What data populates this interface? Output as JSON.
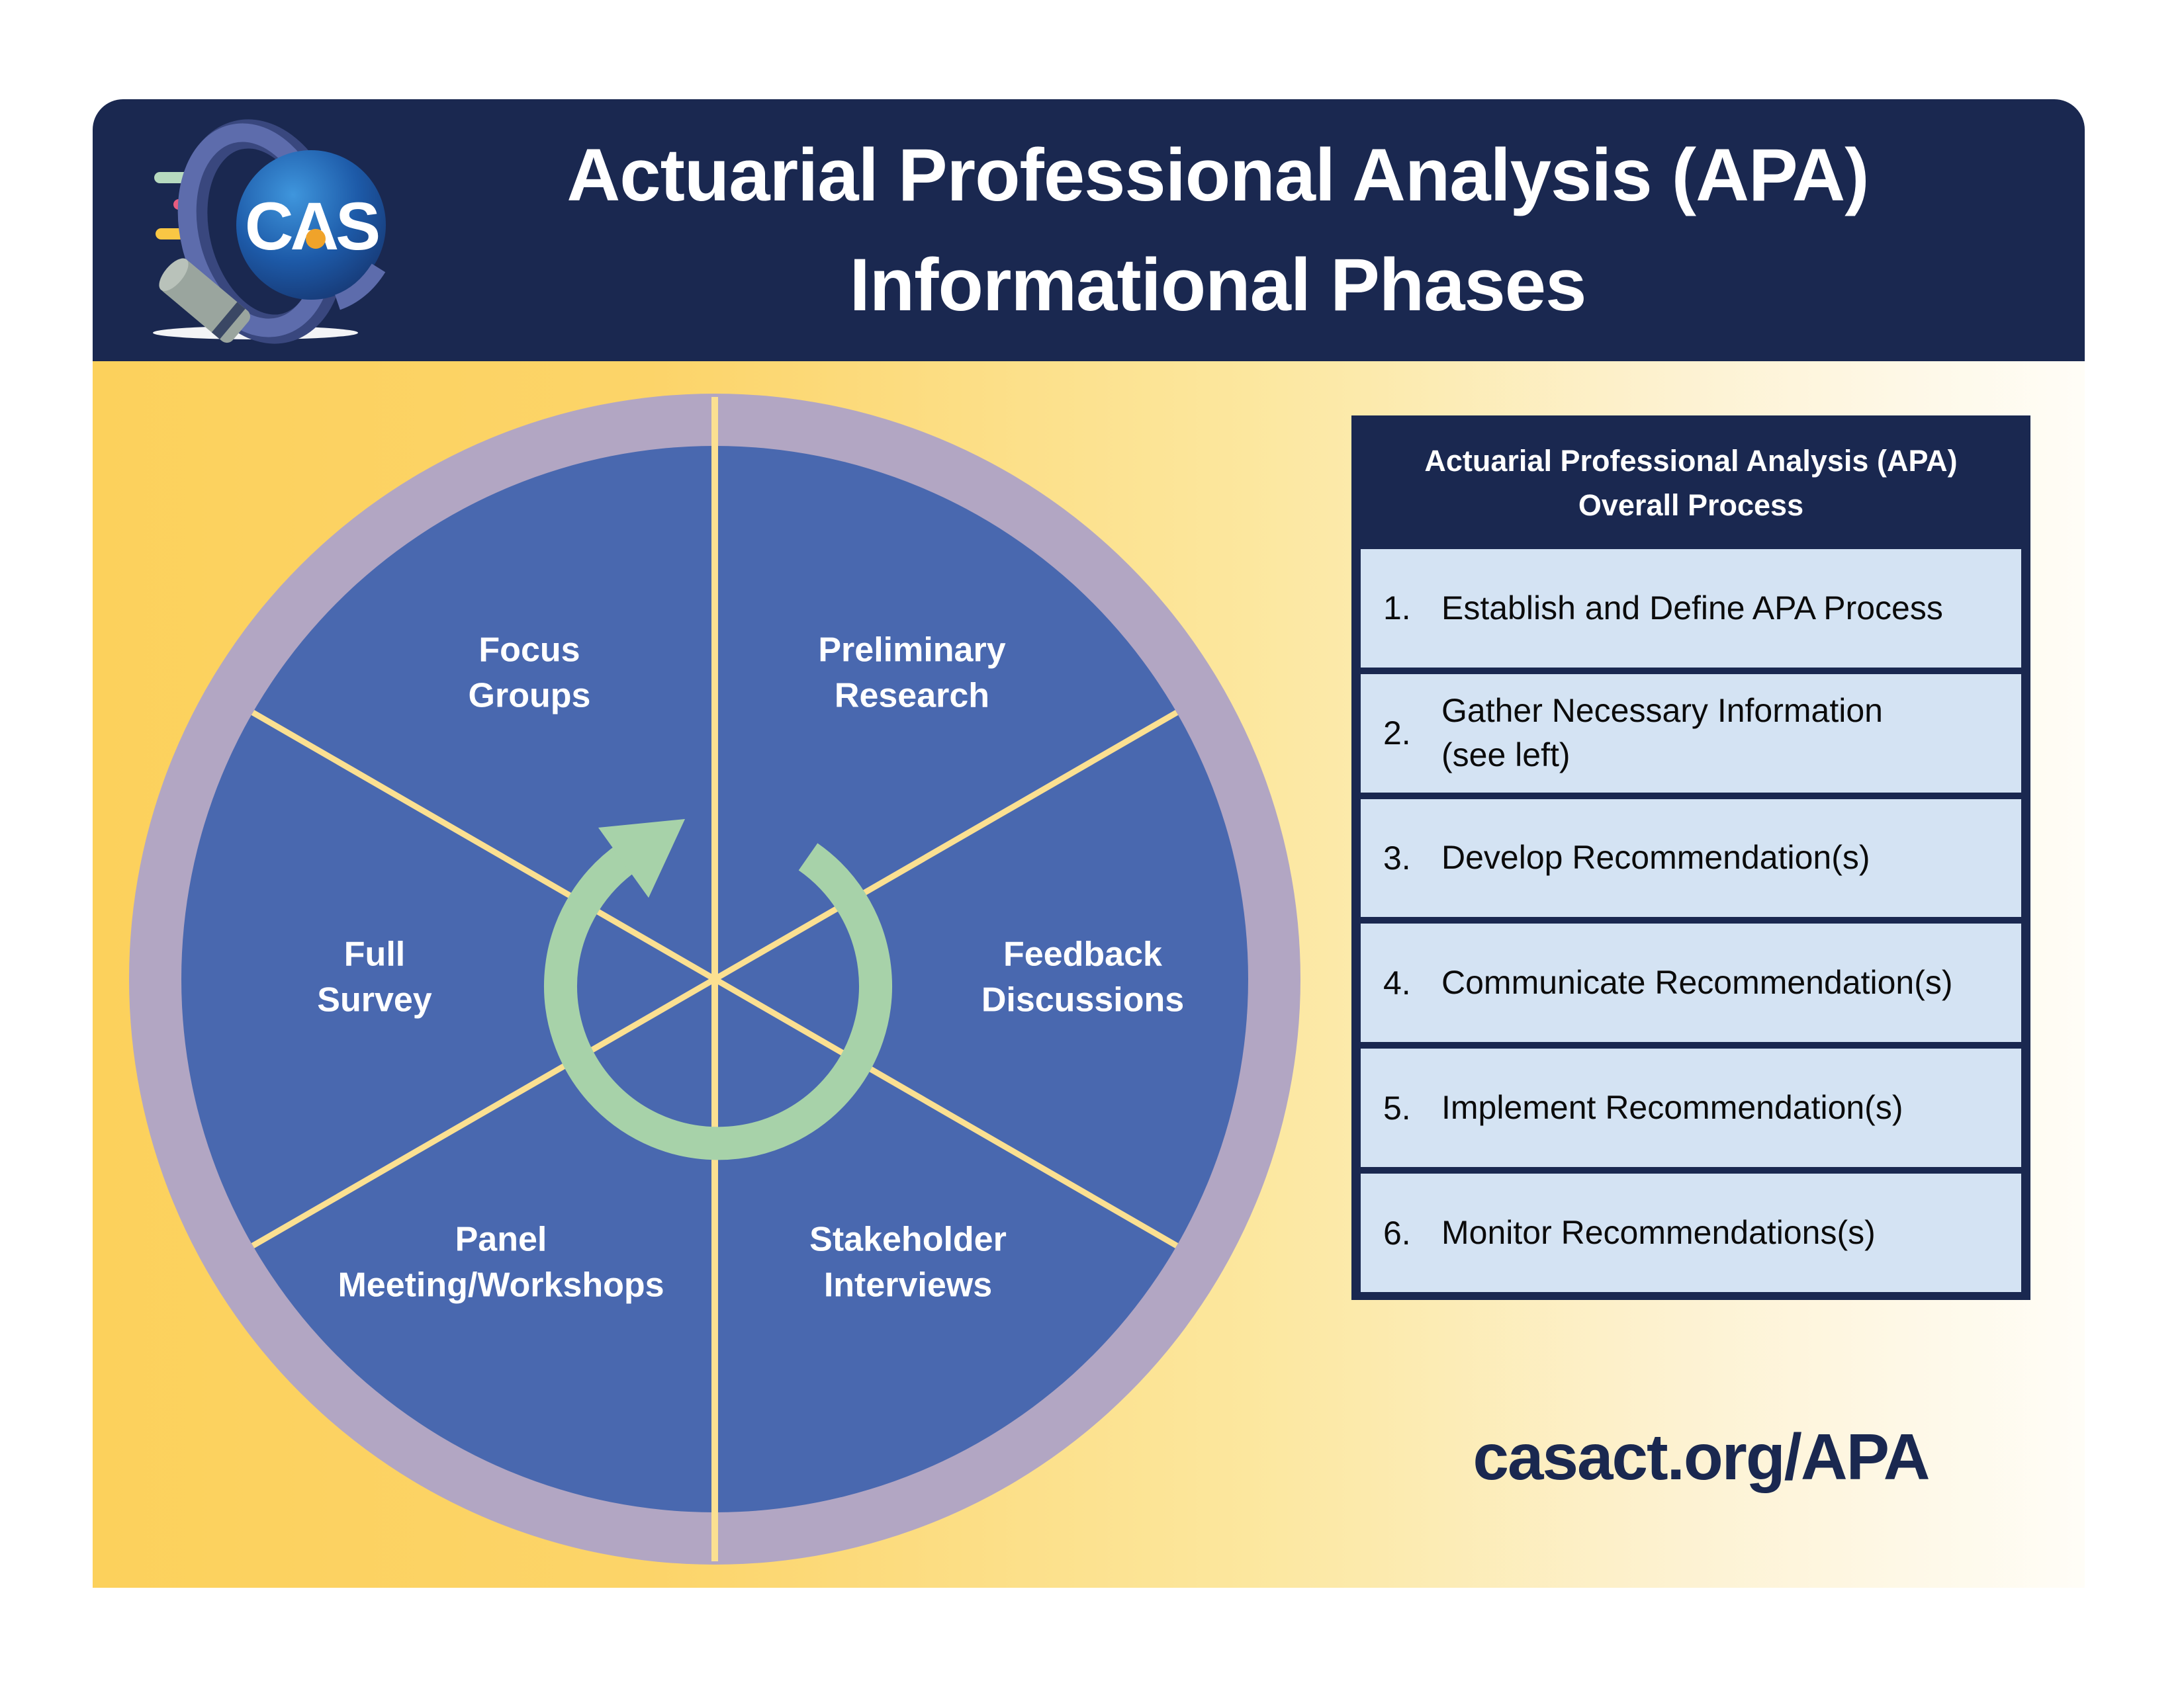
{
  "header": {
    "title_line1": "Actuarial Professional Analysis (APA)",
    "title_line2": "Informational Phases",
    "logo_text": "CAS"
  },
  "cycle": {
    "segments": [
      {
        "label": "Focus\nGroups"
      },
      {
        "label": "Preliminary\nResearch"
      },
      {
        "label": "Full\nSurvey"
      },
      {
        "label": "Feedback\nDiscussions"
      },
      {
        "label": "Panel\nMeeting/Workshops"
      },
      {
        "label": "Stakeholder\nInterviews"
      }
    ]
  },
  "process_table": {
    "title_line1": "Actuarial Professional Analysis (APA)",
    "title_line2": "Overall Process",
    "rows": [
      {
        "num": "1.",
        "text": "Establish and Define APA Process"
      },
      {
        "num": "2.",
        "text": "Gather Necessary Information\n(see left)"
      },
      {
        "num": "3.",
        "text": "Develop Recommendation(s)"
      },
      {
        "num": "4.",
        "text": "Communicate Recommendation(s)"
      },
      {
        "num": "5.",
        "text": "Implement Recommendation(s)"
      },
      {
        "num": "6.",
        "text": "Monitor Recommendations(s)"
      }
    ]
  },
  "footer": {
    "url": "casact.org/APA"
  },
  "colors": {
    "navy": "#1a2850",
    "segment_blue": "#4968af",
    "ring_lavender": "#b2a6c3",
    "spoke_yellow": "#fbe091",
    "arrow_green": "#a7d2a9",
    "background_gold": "#fcd15c",
    "row_blue": "#d4e3f3",
    "dash_green": "#b7dabf",
    "dash_pink": "#e85c7f",
    "dash_yellow": "#f9c744",
    "cas_dot_gold": "#f0a32a"
  }
}
